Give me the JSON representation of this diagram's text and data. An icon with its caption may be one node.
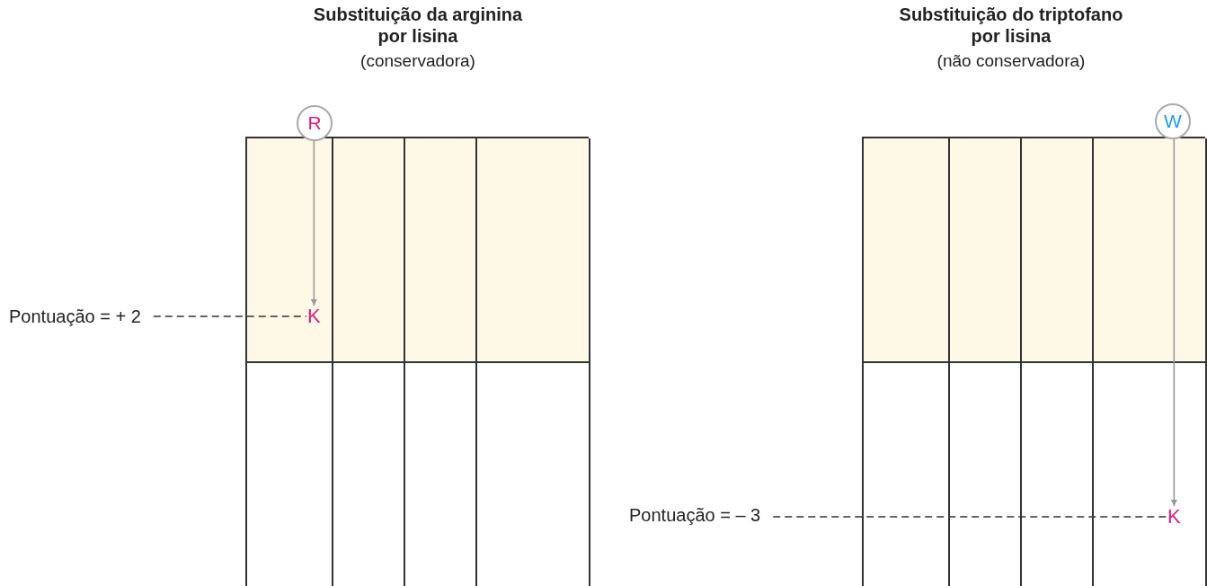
{
  "diagram": {
    "nodes": [
      {
        "text": [],
        "shape": "box"
      },
      {
        "text": [
          "R"
        ]
      },
      {
        "text": [
          "K"
        ],
        "in": 0
      },
      {
        "text": [
          "Pontuação = + 2"
        ]
      },
      {
        "text": [],
        "shape": "box"
      },
      {
        "text": [
          "W"
        ]
      },
      {
        "text": [
          "K"
        ],
        "in": 4
      },
      {
        "text": [
          "Pontuação = – 3"
        ]
      }
    ],
    "edges": [
      {
        "from": 1,
        "to": 2,
        "arrow": "to",
        "color": "#999999"
      },
      {
        "from": 3,
        "to": 2,
        "arrow": "none",
        "style": "dashed",
        "color": "#333333"
      },
      {
        "from": 5,
        "to": 6,
        "arrow": "to",
        "color": "#999999"
      },
      {
        "from": 7,
        "to": 6,
        "arrow": "none",
        "style": "dashed",
        "color": "#333333"
      }
    ],
    "labels": [
      "Substituição da arginina por lisina",
      "(conservadora)",
      "Substituição do triptofano por lisina",
      "(não conservadora)"
    ]
  }
}
